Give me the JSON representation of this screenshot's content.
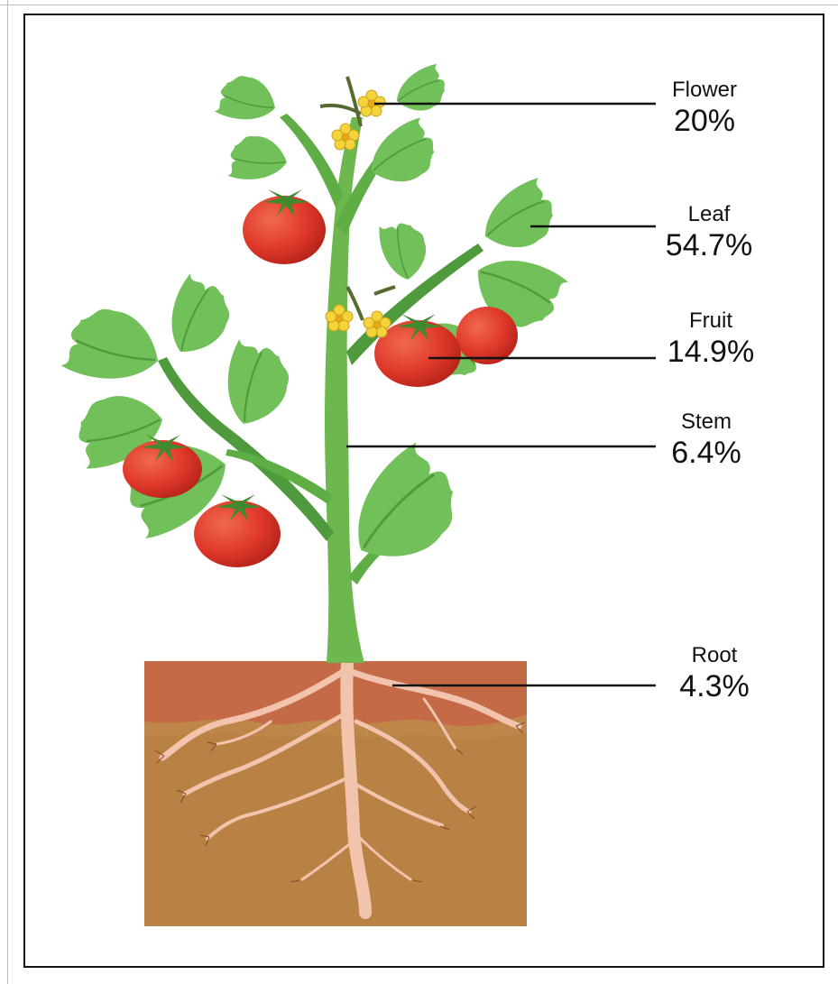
{
  "labels": {
    "flower": {
      "name": "Flower",
      "percent": "20%"
    },
    "leaf": {
      "name": "Leaf",
      "percent": "54.7%"
    },
    "fruit": {
      "name": "Fruit",
      "percent": "14.9%"
    },
    "stem": {
      "name": "Stem",
      "percent": "6.4%"
    },
    "root": {
      "name": "Root",
      "percent": "4.3%"
    }
  },
  "colors": {
    "leaf": "#72c05a",
    "leaf_dark": "#4e9a3c",
    "stem": "#6cb84e",
    "fruit": "#e0392b",
    "flower": "#f5d33a",
    "soil_top": "#c46a46",
    "soil": "#b98244",
    "root": "#f2c4ad"
  }
}
